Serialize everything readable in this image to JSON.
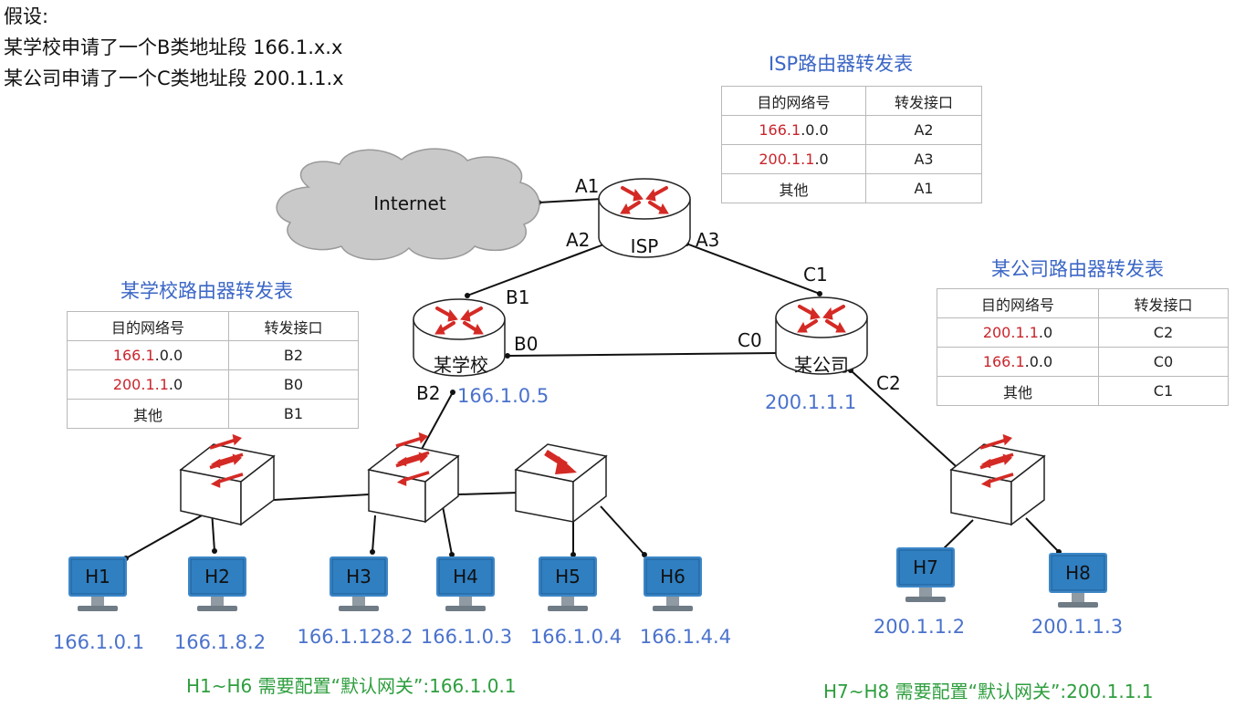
{
  "assumptions": {
    "heading": "假设:",
    "line1": "某学校申请了一个B类地址段 166.1.x.x",
    "line2": "某公司申请了一个C类地址段 200.1.1.x"
  },
  "internet_label": "Internet",
  "isp": {
    "router_label": "ISP",
    "ports": {
      "a1": "A1",
      "a2": "A2",
      "a3": "A3"
    },
    "table": {
      "title": "ISP路由器转发表",
      "headers": [
        "目的网络号",
        "转发接口"
      ],
      "rows": [
        {
          "dest_red": "166.1",
          "dest_rest": ".0.0",
          "iface": "A2"
        },
        {
          "dest_red": "200.1.1",
          "dest_rest": ".0",
          "iface": "A3"
        },
        {
          "dest_red": "",
          "dest_rest": "其他",
          "iface": "A1"
        }
      ]
    }
  },
  "school": {
    "router_label": "某学校",
    "ports": {
      "b0": "B0",
      "b1": "B1",
      "b2": "B2"
    },
    "router_ip": "166.1.0.5",
    "table": {
      "title": "某学校路由器转发表",
      "headers": [
        "目的网络号",
        "转发接口"
      ],
      "rows": [
        {
          "dest_red": "166.1",
          "dest_rest": ".0.0",
          "iface": "B2"
        },
        {
          "dest_red": "200.1.1",
          "dest_rest": ".0",
          "iface": "B0"
        },
        {
          "dest_red": "",
          "dest_rest": "其他",
          "iface": "B1"
        }
      ]
    }
  },
  "company": {
    "router_label": "某公司",
    "ports": {
      "c0": "C0",
      "c1": "C1",
      "c2": "C2"
    },
    "router_ip": "200.1.1.1",
    "table": {
      "title": "某公司路由器转发表",
      "headers": [
        "目的网络号",
        "转发接口"
      ],
      "rows": [
        {
          "dest_red": "200.1.1",
          "dest_rest": ".0",
          "iface": "C2"
        },
        {
          "dest_red": "166.1",
          "dest_rest": ".0.0",
          "iface": "C0"
        },
        {
          "dest_red": "",
          "dest_rest": "其他",
          "iface": "C1"
        }
      ]
    }
  },
  "hosts": [
    {
      "name": "H1",
      "ip": "166.1.0.1"
    },
    {
      "name": "H2",
      "ip": "166.1.8.2"
    },
    {
      "name": "H3",
      "ip": "166.1.128.2"
    },
    {
      "name": "H4",
      "ip": "166.1.0.3"
    },
    {
      "name": "H5",
      "ip": "166.1.0.4"
    },
    {
      "name": "H6",
      "ip": "166.1.4.4"
    },
    {
      "name": "H7",
      "ip": "200.1.1.2"
    },
    {
      "name": "H8",
      "ip": "200.1.1.3"
    }
  ],
  "notes": {
    "school_gateway": "H1~H6 需要配置“默认网关”:166.1.0.1",
    "company_gateway": "H7~H8 需要配置“默认网关”:200.1.1.1"
  },
  "colors": {
    "ip_blue": "#4a72cc",
    "title_blue": "#3b66c6",
    "highlight_red": "#c9252c",
    "note_green": "#2e9e3e",
    "monitor_blue": "#2f7fc1",
    "arrow_red": "#d42a25"
  }
}
